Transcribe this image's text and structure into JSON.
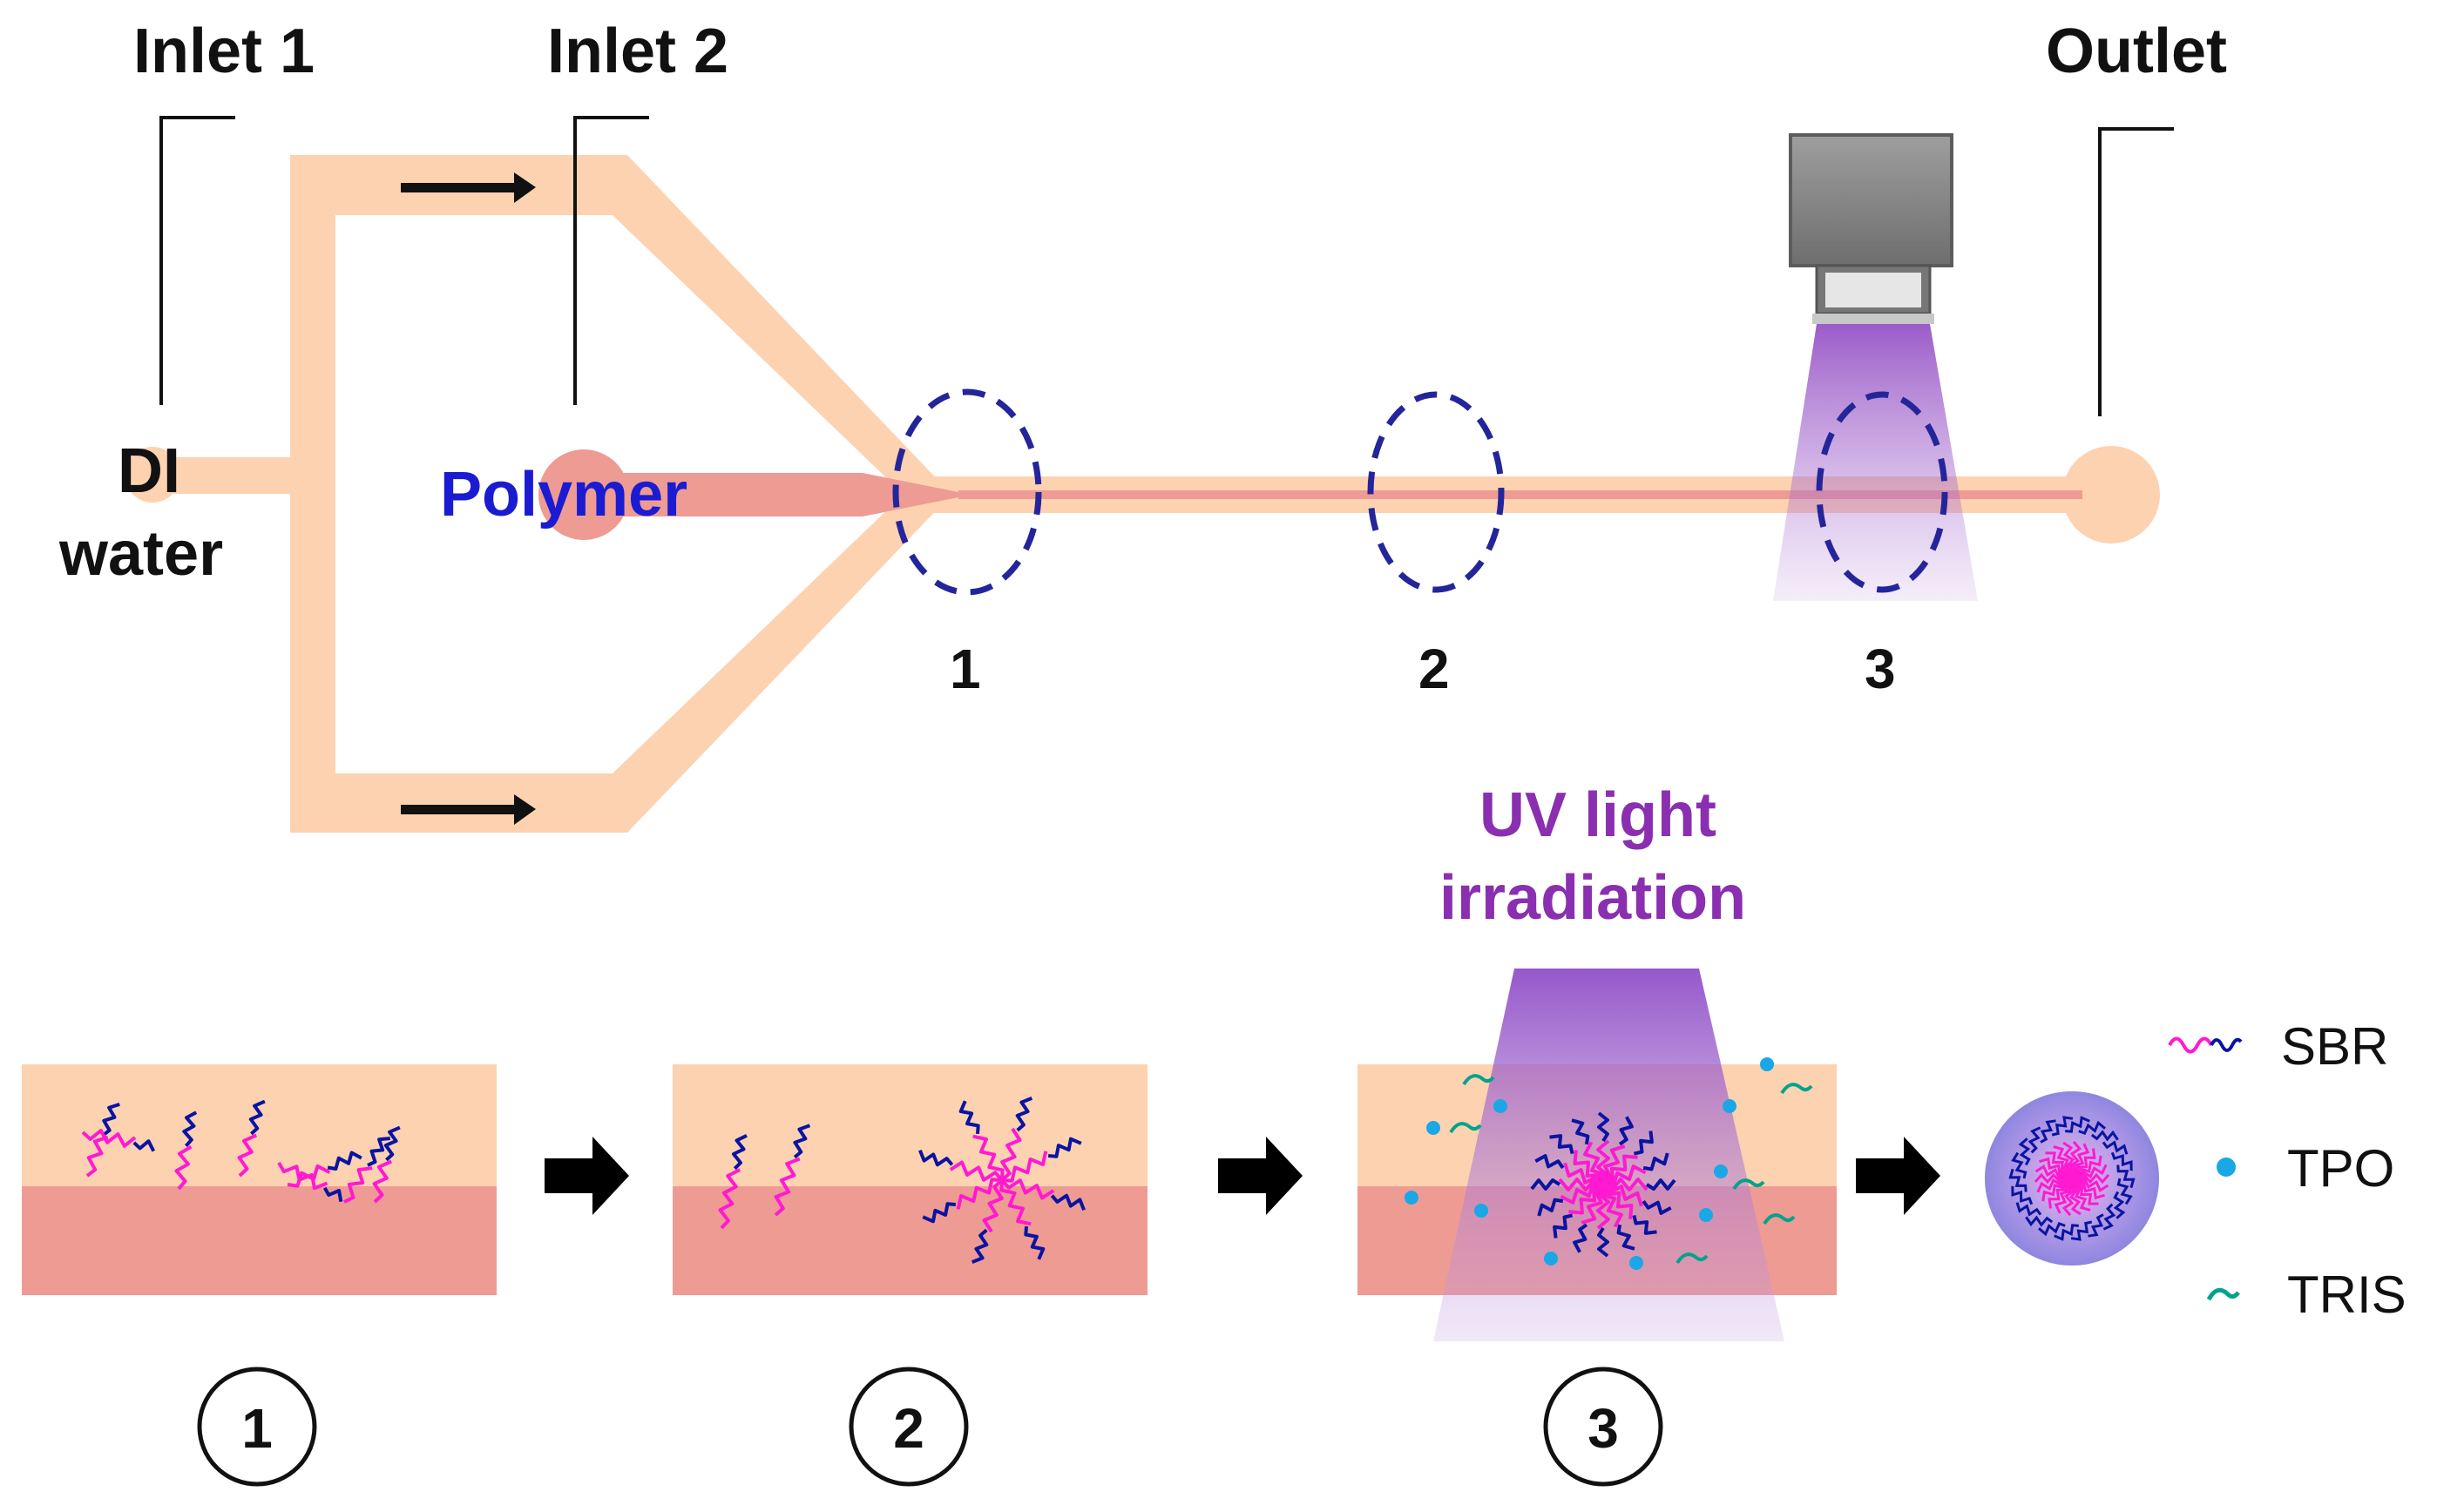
{
  "labels": {
    "inlet1": "Inlet 1",
    "inlet2": "Inlet 2",
    "outlet": "Outlet",
    "di_line1": "DI",
    "di_line2": "water",
    "polymer": "Polymer",
    "uv_line1": "UV light",
    "uv_line2": "irradiation"
  },
  "zones": [
    "1",
    "2",
    "3"
  ],
  "steps": [
    "1",
    "2",
    "3"
  ],
  "legend": [
    {
      "label": "SBR",
      "icon": "sbr-chain-icon"
    },
    {
      "label": "TPO",
      "icon": "tpo-dot-icon"
    },
    {
      "label": "TRIS",
      "icon": "tris-hook-icon"
    }
  ],
  "colors": {
    "channel": "#fdd2b1",
    "polymer_stream": "#ee9b94",
    "zone_ring": "#24259a",
    "uv_violet": "#8a3fc0",
    "polymer_text": "#1b1bd2",
    "uv_text": "#8a2fb0",
    "sbr_pink": "#ff1ad1",
    "sbr_blue": "#0a14a0",
    "tpo": "#1aa7e6",
    "tris": "#00a38c"
  }
}
